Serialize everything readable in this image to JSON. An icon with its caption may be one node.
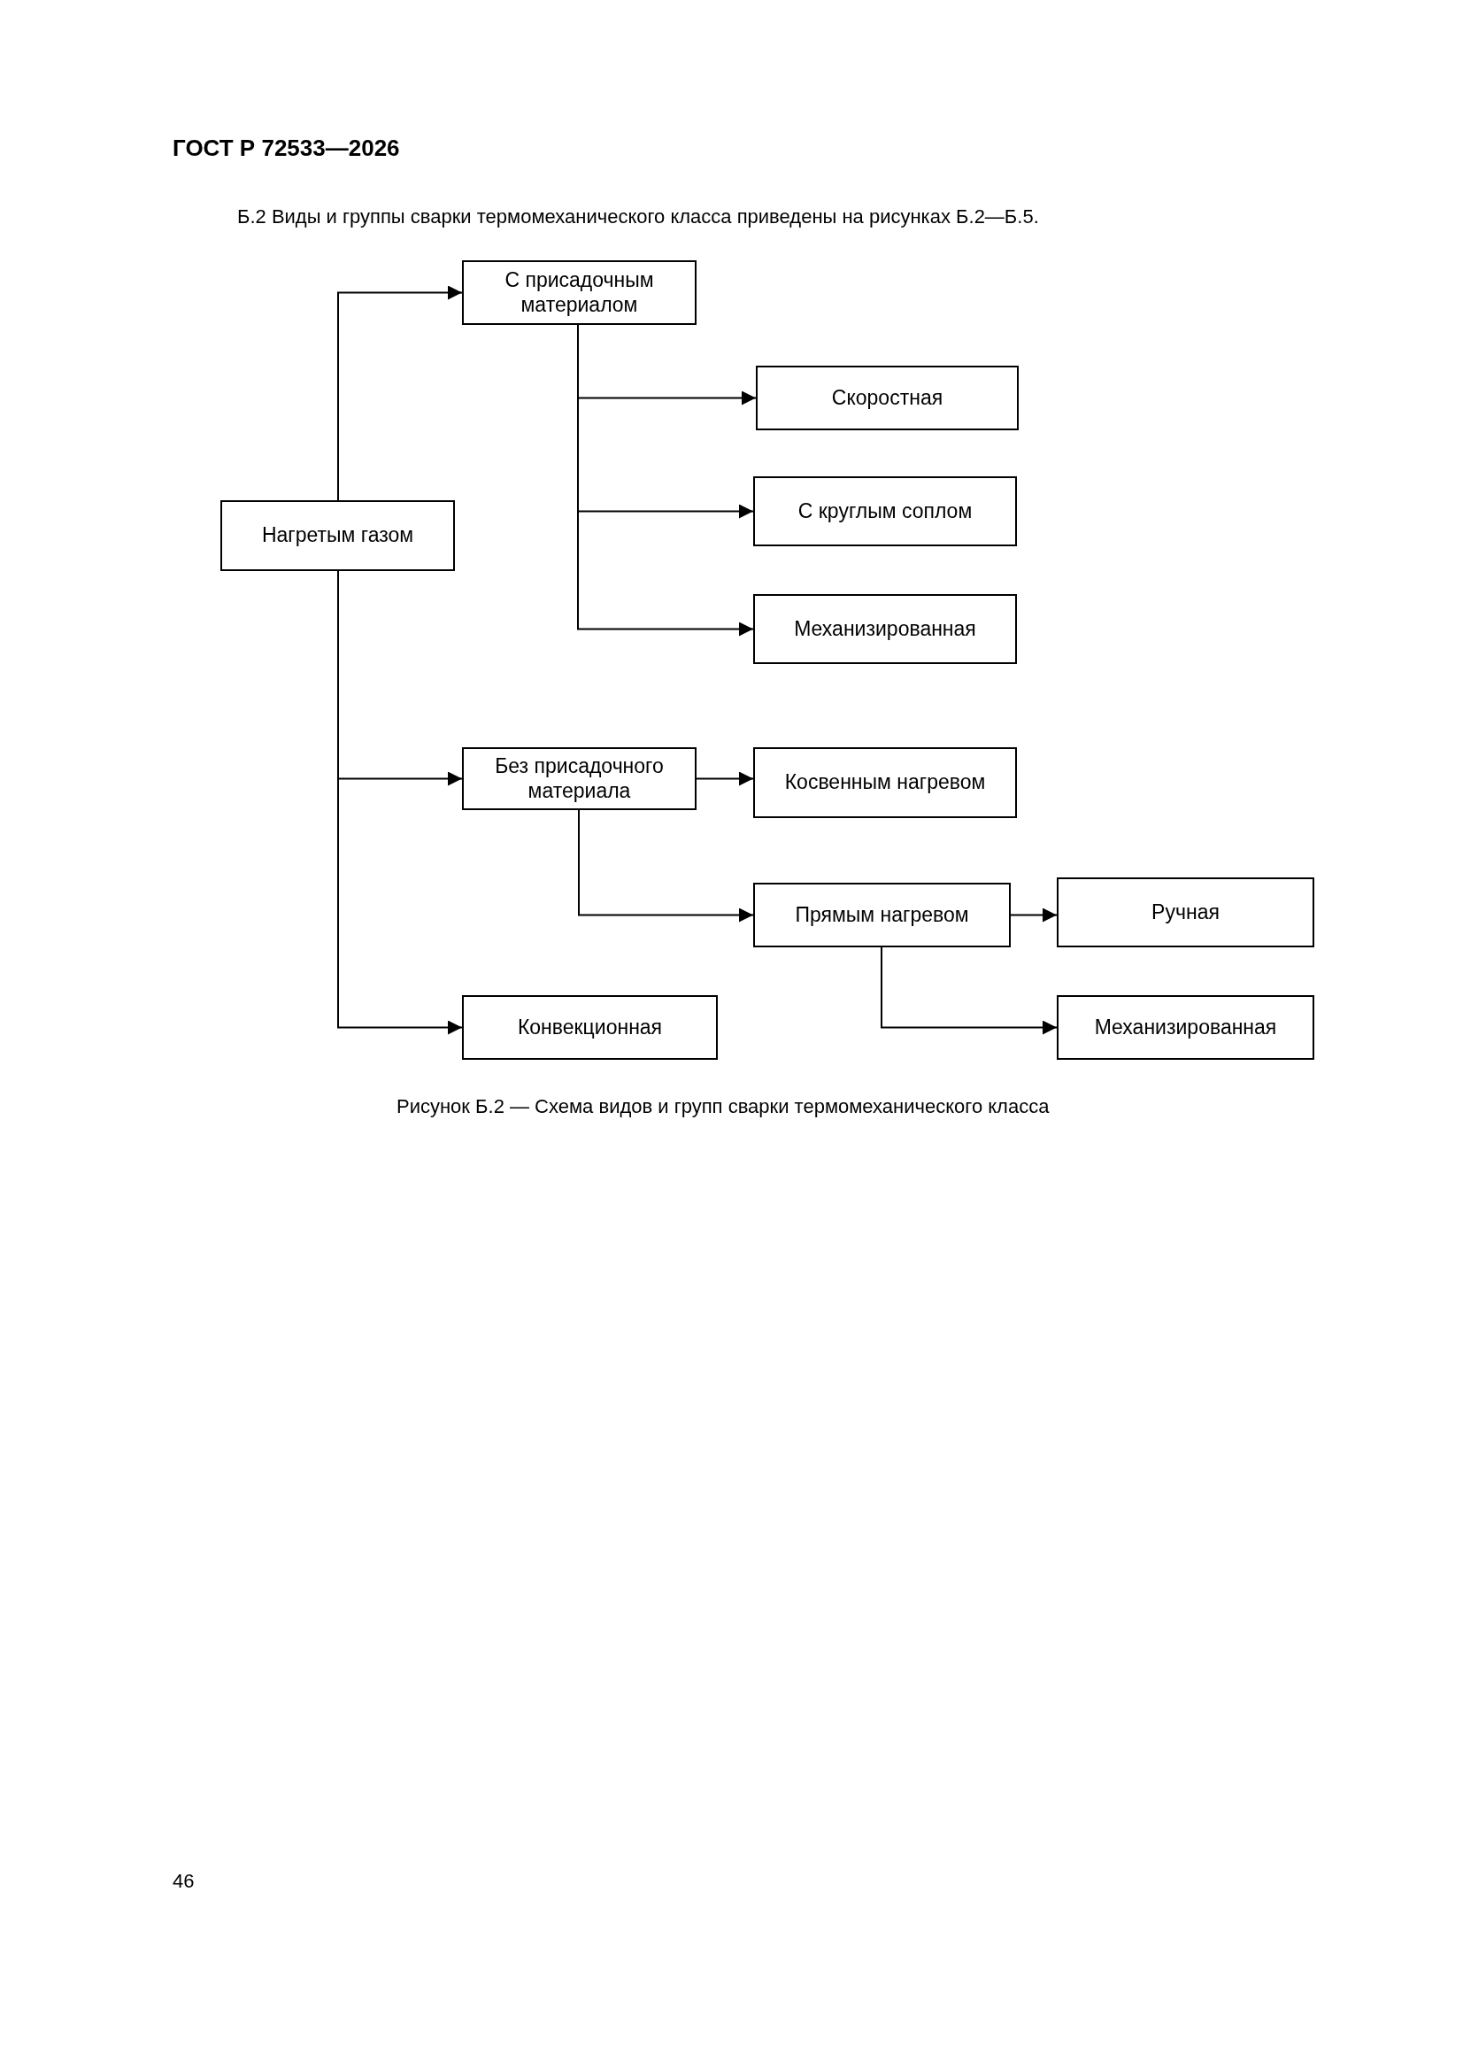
{
  "diagram": {
    "caption": "Рисунок Б.2 — Схема видов и групп сварки термомеханического класса",
    "nodes": [
      {
        "text": [
          "Нагретым газом"
        ]
      },
      {
        "text": [
          "С присадочным материалом"
        ]
      },
      {
        "text": [
          "Скоростная"
        ]
      },
      {
        "text": [
          "С круглым соплом"
        ]
      },
      {
        "text": [
          "Механизированная"
        ]
      },
      {
        "text": [
          "Без присадочного материала"
        ]
      },
      {
        "text": [
          "Косвенным нагревом"
        ]
      },
      {
        "text": [
          "Прямым нагревом"
        ]
      },
      {
        "text": [
          "Ручная"
        ]
      },
      {
        "text": [
          "Конвекционная"
        ]
      },
      {
        "text": [
          "Механизированная"
        ]
      }
    ],
    "edges": [
      {
        "from": 0,
        "to": 1,
        "arrow": "to"
      },
      {
        "from": 0,
        "to": 5,
        "arrow": "to"
      },
      {
        "from": 0,
        "to": 9,
        "arrow": "to"
      },
      {
        "from": 1,
        "to": 2,
        "arrow": "to"
      },
      {
        "from": 1,
        "to": 3,
        "arrow": "to"
      },
      {
        "from": 1,
        "to": 4,
        "arrow": "to"
      },
      {
        "from": 5,
        "to": 6,
        "arrow": "to"
      },
      {
        "from": 5,
        "to": 7,
        "arrow": "to"
      },
      {
        "from": 7,
        "to": 8,
        "arrow": "to"
      },
      {
        "from": 7,
        "to": 10,
        "arrow": "to"
      }
    ],
    "labels": [
      "ГОСТ Р 72533—2026",
      "Б.2 Виды и группы сварки термомеханического класса приведены на рисунках Б.2—Б.5.",
      "46"
    ]
  }
}
